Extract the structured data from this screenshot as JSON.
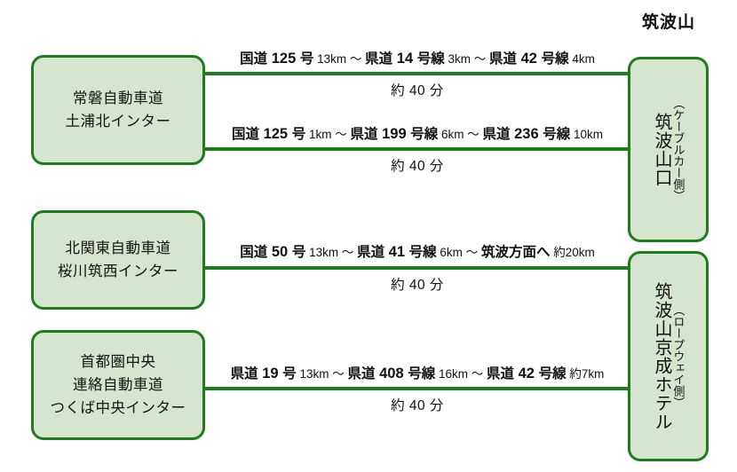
{
  "diagram": {
    "group_title": "筑波山",
    "origins": [
      {
        "id": "joban",
        "label": "常磐自動車道\n土浦北インター"
      },
      {
        "id": "kitakanto",
        "label": "北関東自動車道\n桜川筑西インター"
      },
      {
        "id": "ken-o",
        "label": "首都圏中央\n連絡自動車道\nつくば中央インター"
      }
    ],
    "destinations": [
      {
        "id": "sanguchi",
        "main": "筑波山口",
        "sub": "（ケーブルカー側）"
      },
      {
        "id": "hotel",
        "main": "筑波山京成ホテル",
        "sub": "（ロープウェイ側）"
      }
    ],
    "routes": [
      {
        "id": "route-1",
        "from": "joban",
        "to": "sanguchi",
        "duration": "約 40 分",
        "segments": [
          {
            "road": "国道",
            "number": "125",
            "suffix": "号",
            "distance": "13km"
          },
          {
            "road": "県道",
            "number": "14",
            "suffix": "号線",
            "distance": "3km"
          },
          {
            "road": "県道",
            "number": "42",
            "suffix": "号線",
            "distance": "4km"
          }
        ]
      },
      {
        "id": "route-2",
        "from": "joban",
        "to": "sanguchi",
        "duration": "約 40 分",
        "segments": [
          {
            "road": "国道",
            "number": "125",
            "suffix": "号",
            "distance": "1km"
          },
          {
            "road": "県道",
            "number": "199",
            "suffix": "号線",
            "distance": "6km"
          },
          {
            "road": "県道",
            "number": "236",
            "suffix": "号線",
            "distance": "10km"
          }
        ]
      },
      {
        "id": "route-3",
        "from": "kitakanto",
        "to": "hotel",
        "duration": "約 40 分",
        "segments": [
          {
            "road": "国道",
            "number": "50",
            "suffix": "号",
            "distance": "13km"
          },
          {
            "road": "県道",
            "number": "41",
            "suffix": "号線",
            "distance": "6km"
          },
          {
            "road": "",
            "number": "",
            "suffix": "筑波方面へ",
            "suffix_bold": true,
            "distance": "約20km"
          }
        ]
      },
      {
        "id": "route-4",
        "from": "ken-o",
        "to": "hotel",
        "duration": "約 40 分",
        "segments": [
          {
            "road": "県道",
            "number": "19",
            "suffix": "号",
            "distance": "13km"
          },
          {
            "road": "県道",
            "number": "408",
            "suffix": "号線",
            "distance": "16km"
          },
          {
            "road": "県道",
            "number": "42",
            "suffix": "号線",
            "distance": "約7km"
          }
        ]
      }
    ],
    "separator": "～",
    "colors": {
      "line": "#1c7d1c",
      "box_border": "#1c7d1c",
      "box_fill": "#d6e5cd",
      "text": "#111111",
      "background": "#ffffff"
    }
  }
}
